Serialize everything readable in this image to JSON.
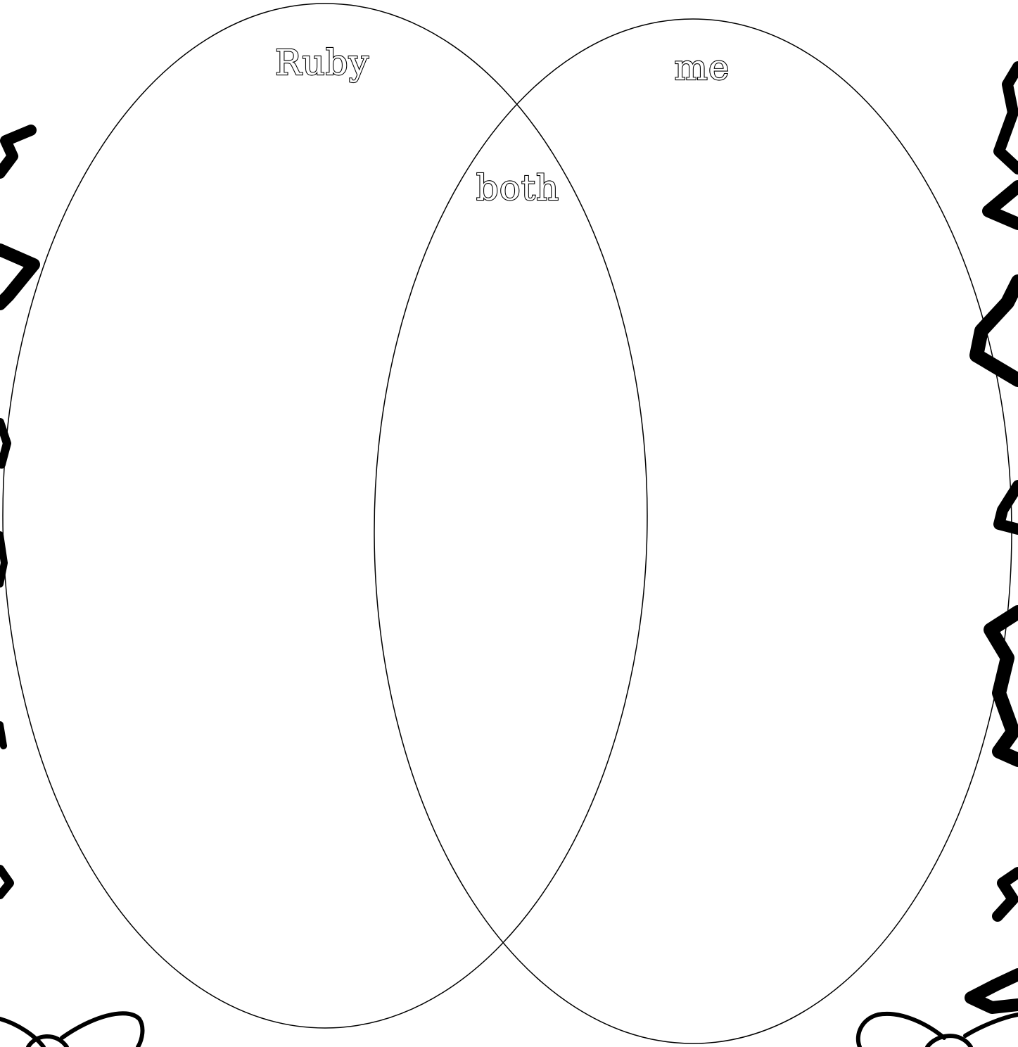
{
  "venn": {
    "left_label": "Ruby",
    "right_label": "me",
    "overlap_label": "both"
  },
  "colors": {
    "background": "#ffffff",
    "ink": "#000000"
  },
  "decorations": {
    "left_border": "zigzag-border-icon",
    "right_border": "zigzag-border-icon",
    "bottom_left": "bow-icon",
    "bottom_right": "bow-icon"
  }
}
